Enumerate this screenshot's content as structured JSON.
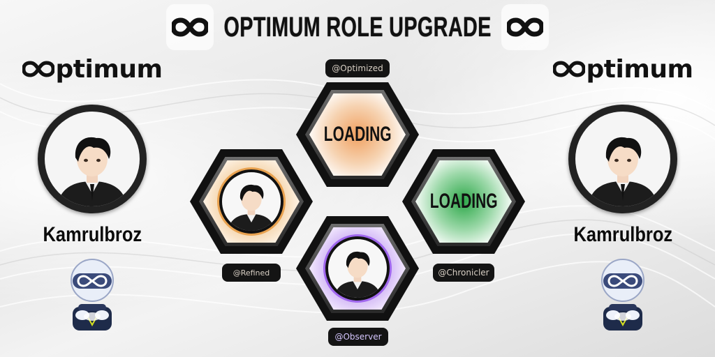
{
  "title": "OPTIMUM ROLE UPGRADE",
  "brand": "ptimum",
  "left": {
    "username": "Kamrulbroz"
  },
  "right": {
    "username": "Kamrulbroz"
  },
  "hexes": {
    "top": {
      "tag": "@Optimized",
      "status": "LOADING"
    },
    "left": {
      "tag": "@Refined"
    },
    "right": {
      "tag": "@Chronicler",
      "status": "LOADING"
    },
    "bottom": {
      "tag": "@Observer"
    }
  },
  "colors": {
    "optimized": "#f0a060",
    "refined": "#e9a24f",
    "chronicler": "#2ea84a",
    "observer": "#9a5ce8"
  },
  "icons": [
    "infinity-icon",
    "avatar",
    "mascot-robot"
  ]
}
